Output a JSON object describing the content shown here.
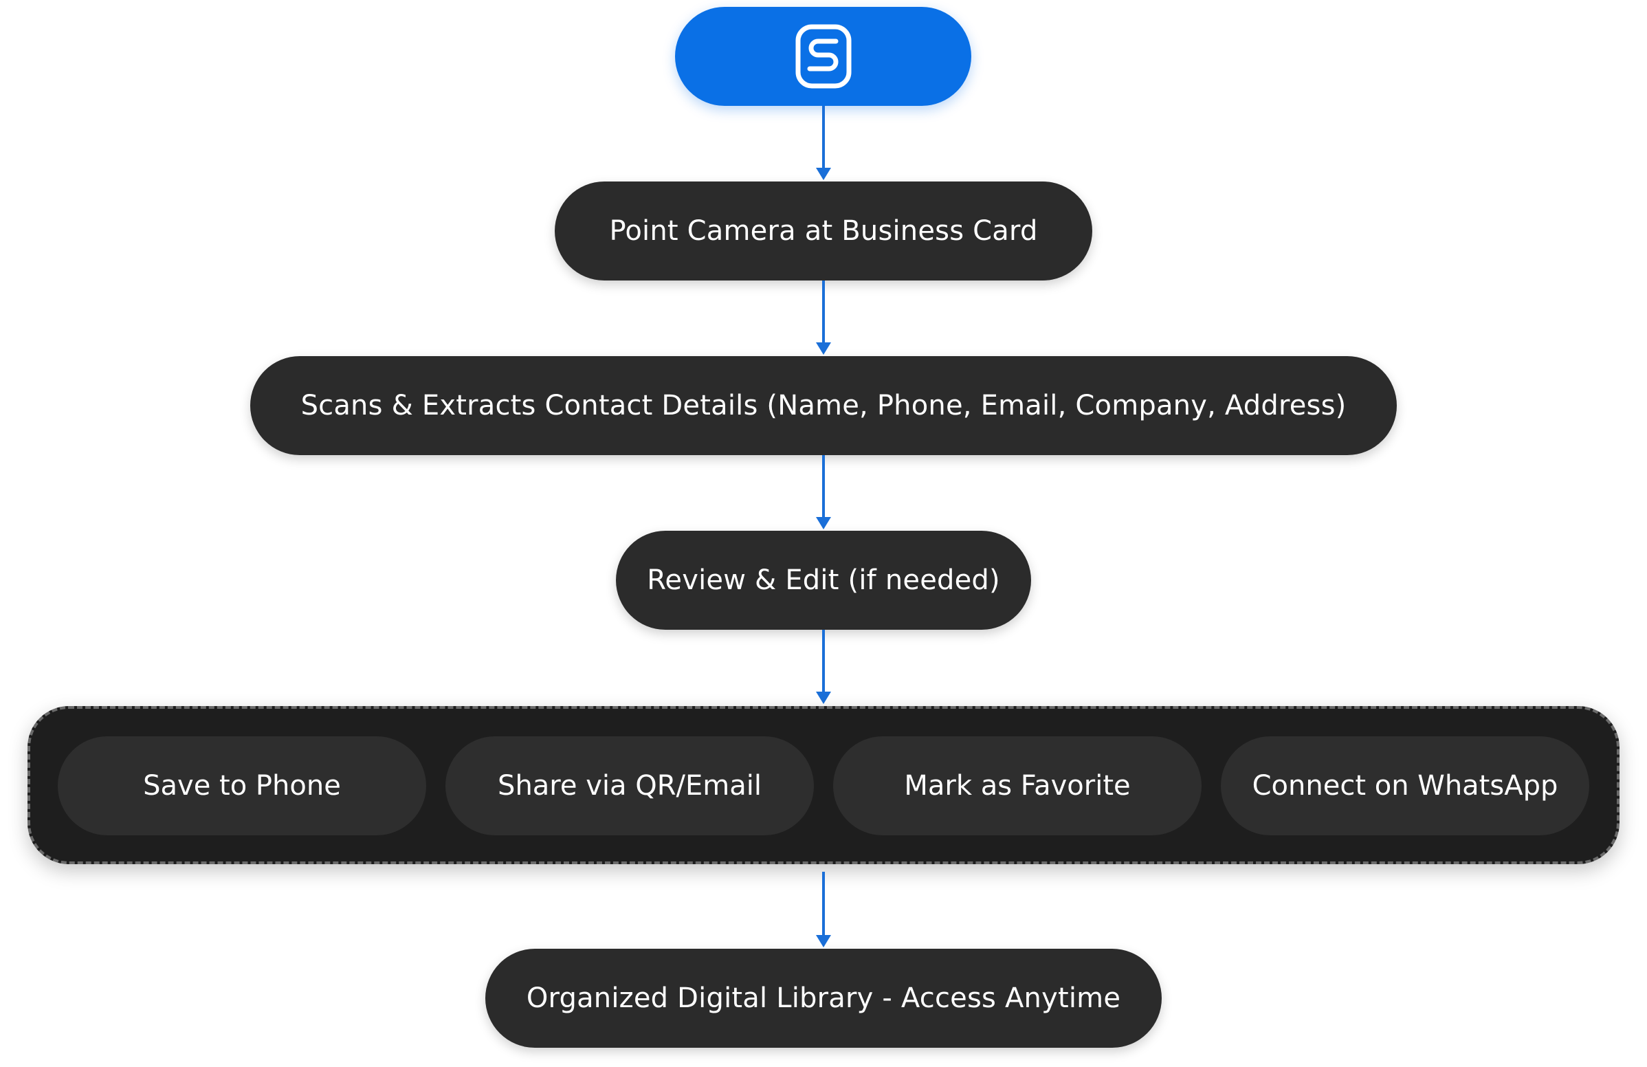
{
  "logo": {
    "icon": "S-logo-icon",
    "color": "#0a70e6"
  },
  "steps": {
    "point_camera": "Point Camera at Business Card",
    "scan_extract": "Scans & Extracts Contact Details (Name, Phone, Email, Company, Address)",
    "review_edit": "Review & Edit (if needed)",
    "library": "Organized Digital Library - Access Anytime"
  },
  "actions": [
    {
      "label": "Save to Phone"
    },
    {
      "label": "Share via QR/Email"
    },
    {
      "label": "Mark as Favorite"
    },
    {
      "label": "Connect on WhatsApp"
    }
  ],
  "colors": {
    "accent": "#0a70e6",
    "connector": "#1a6fd8",
    "node": "#2b2b2b",
    "group": "#1e1e1e"
  }
}
